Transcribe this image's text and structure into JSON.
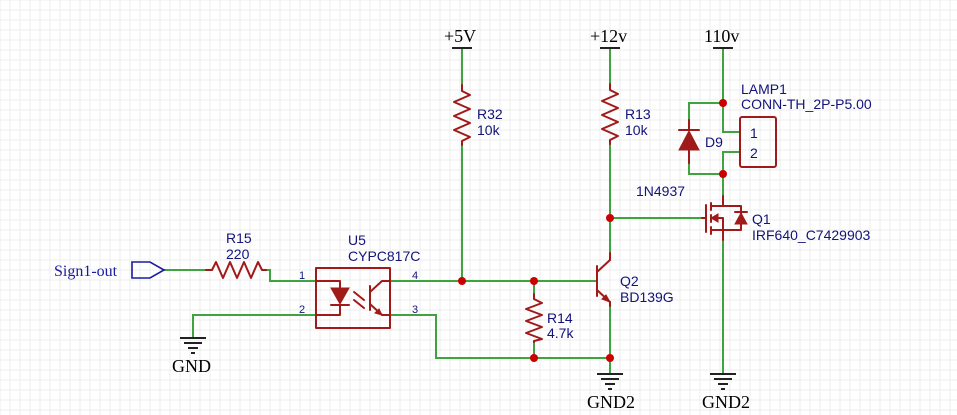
{
  "net_labels": {
    "vcc5": "+5V",
    "vcc12": "+12v",
    "vcc110": "110v",
    "gnd": "GND",
    "gnd2_left": "GND2",
    "gnd2_right": "GND2"
  },
  "port": {
    "label": "Sign1-out"
  },
  "components": {
    "r15": {
      "ref": "R15",
      "value": "220"
    },
    "r32": {
      "ref": "R32",
      "value": "10k"
    },
    "r13": {
      "ref": "R13",
      "value": "10k"
    },
    "r14": {
      "ref": "R14",
      "value": "4.7k"
    },
    "u5": {
      "ref": "U5",
      "value": "CYPC817C",
      "pins": [
        "1",
        "2",
        "3",
        "4"
      ]
    },
    "q2": {
      "ref": "Q2",
      "value": "BD139G"
    },
    "q1": {
      "ref": "Q1",
      "value": "IRF640_C7429903"
    },
    "d9": {
      "ref": "D9",
      "value": "1N4937"
    },
    "lamp1": {
      "ref": "LAMP1",
      "value": "CONN-TH_2P-P5.00",
      "pins": [
        "1",
        "2"
      ]
    }
  },
  "colors": {
    "wire": "#3fa33f",
    "symbol": "#a11a1a",
    "junction": "#cc0000",
    "label": "#13137a",
    "port": "#1a1aa0",
    "grid": "#ececec"
  }
}
